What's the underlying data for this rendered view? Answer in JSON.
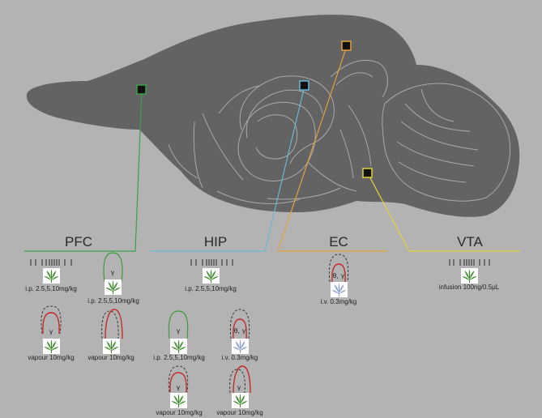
{
  "regions": [
    {
      "title": "PFC",
      "color": "#3aa04a"
    },
    {
      "title": "HIP",
      "color": "#6ab7d4"
    },
    {
      "title": "EC",
      "color": "#e2a23c"
    },
    {
      "title": "VTA",
      "color": "#e4d13a"
    }
  ],
  "pfc": {
    "ip_spikes": "i.p. 2.5,5,10mg/kg",
    "ip_gamma": "i.p. 2.5,5,10mg/kg",
    "ip_gamma_band": "γ",
    "vapour_a": "vapour 10mg/kg",
    "vapour_a_band": "γ",
    "vapour_b": "vapour 10mg/kg"
  },
  "hip": {
    "ip_spikes": "i.p. 2.5,5,10mg/kg",
    "ip_gamma": "i.p. 2.5,5,10mg/kg",
    "ip_gamma_band": "γ",
    "iv": "i.v. 0.3mg/kg",
    "iv_band": "θ, γ",
    "vapour_a": "vapour 10mg/kg",
    "vapour_a_band": "γ",
    "vapour_b": "vapour 10mg/kg",
    "vapour_b_band": "γ"
  },
  "ec": {
    "iv": "i.v. 0.3mg/kg",
    "iv_band": "θ, γ"
  },
  "vta": {
    "infusion": "infusion 100ng/0.5μL"
  },
  "colors": {
    "brain": "#636363",
    "outline": "#a9a9a9",
    "increase": "#c42a2a",
    "baseline": "#3a3a3a",
    "leaf_green": "#3f8a2c",
    "leaf_blue": "#8c9ed0"
  },
  "icons": [
    "cannabis-leaf-icon",
    "spike-raster-icon",
    "oscillation-curve-icon"
  ]
}
